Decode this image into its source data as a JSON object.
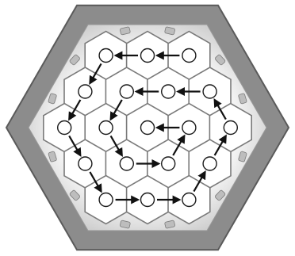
{
  "diagram": {
    "colors": {
      "background": "#ffffff",
      "outer_frame": "#8c8c8c",
      "outer_frame_dark": "#5a5a5a",
      "inner_field": "#f2f2f2",
      "cell_fill": "#ffffff",
      "cell_stroke": "#7a7a7a",
      "node_fill": "#ffffff",
      "node_stroke": "#1a1a1a",
      "arrow": "#111111",
      "marker": "#bdbdbd"
    },
    "cells": [
      {
        "id": "r0c0"
      },
      {
        "id": "r0c1"
      },
      {
        "id": "r0c2"
      },
      {
        "id": "r1c0"
      },
      {
        "id": "r1c1"
      },
      {
        "id": "r1c2"
      },
      {
        "id": "r1c3"
      },
      {
        "id": "r2c0"
      },
      {
        "id": "r2c1"
      },
      {
        "id": "r2c2"
      },
      {
        "id": "r2c3"
      },
      {
        "id": "r2c4"
      },
      {
        "id": "r3c0"
      },
      {
        "id": "r3c1"
      },
      {
        "id": "r3c2"
      },
      {
        "id": "r3c3"
      },
      {
        "id": "r4c0"
      },
      {
        "id": "r4c1"
      },
      {
        "id": "r4c2"
      }
    ],
    "arrows": [
      {
        "from": "r0c1",
        "to": "r0c0"
      },
      {
        "from": "r0c2",
        "to": "r0c1"
      },
      {
        "from": "r0c0",
        "to": "r1c0"
      },
      {
        "from": "r1c0",
        "to": "r2c0"
      },
      {
        "from": "r2c0",
        "to": "r3c0"
      },
      {
        "from": "r3c0",
        "to": "r4c0"
      },
      {
        "from": "r4c0",
        "to": "r4c1"
      },
      {
        "from": "r4c1",
        "to": "r4c2"
      },
      {
        "from": "r4c2",
        "to": "r3c3"
      },
      {
        "from": "r3c3",
        "to": "r2c4"
      },
      {
        "from": "r2c4",
        "to": "r1c3"
      },
      {
        "from": "r1c3",
        "to": "r1c2"
      },
      {
        "from": "r1c2",
        "to": "r1c1"
      },
      {
        "from": "r1c1",
        "to": "r2c1"
      },
      {
        "from": "r2c1",
        "to": "r3c1"
      },
      {
        "from": "r3c1",
        "to": "r3c2"
      },
      {
        "from": "r3c2",
        "to": "r2c3"
      },
      {
        "from": "r2c3",
        "to": "r2c2"
      }
    ],
    "markers": 12
  }
}
